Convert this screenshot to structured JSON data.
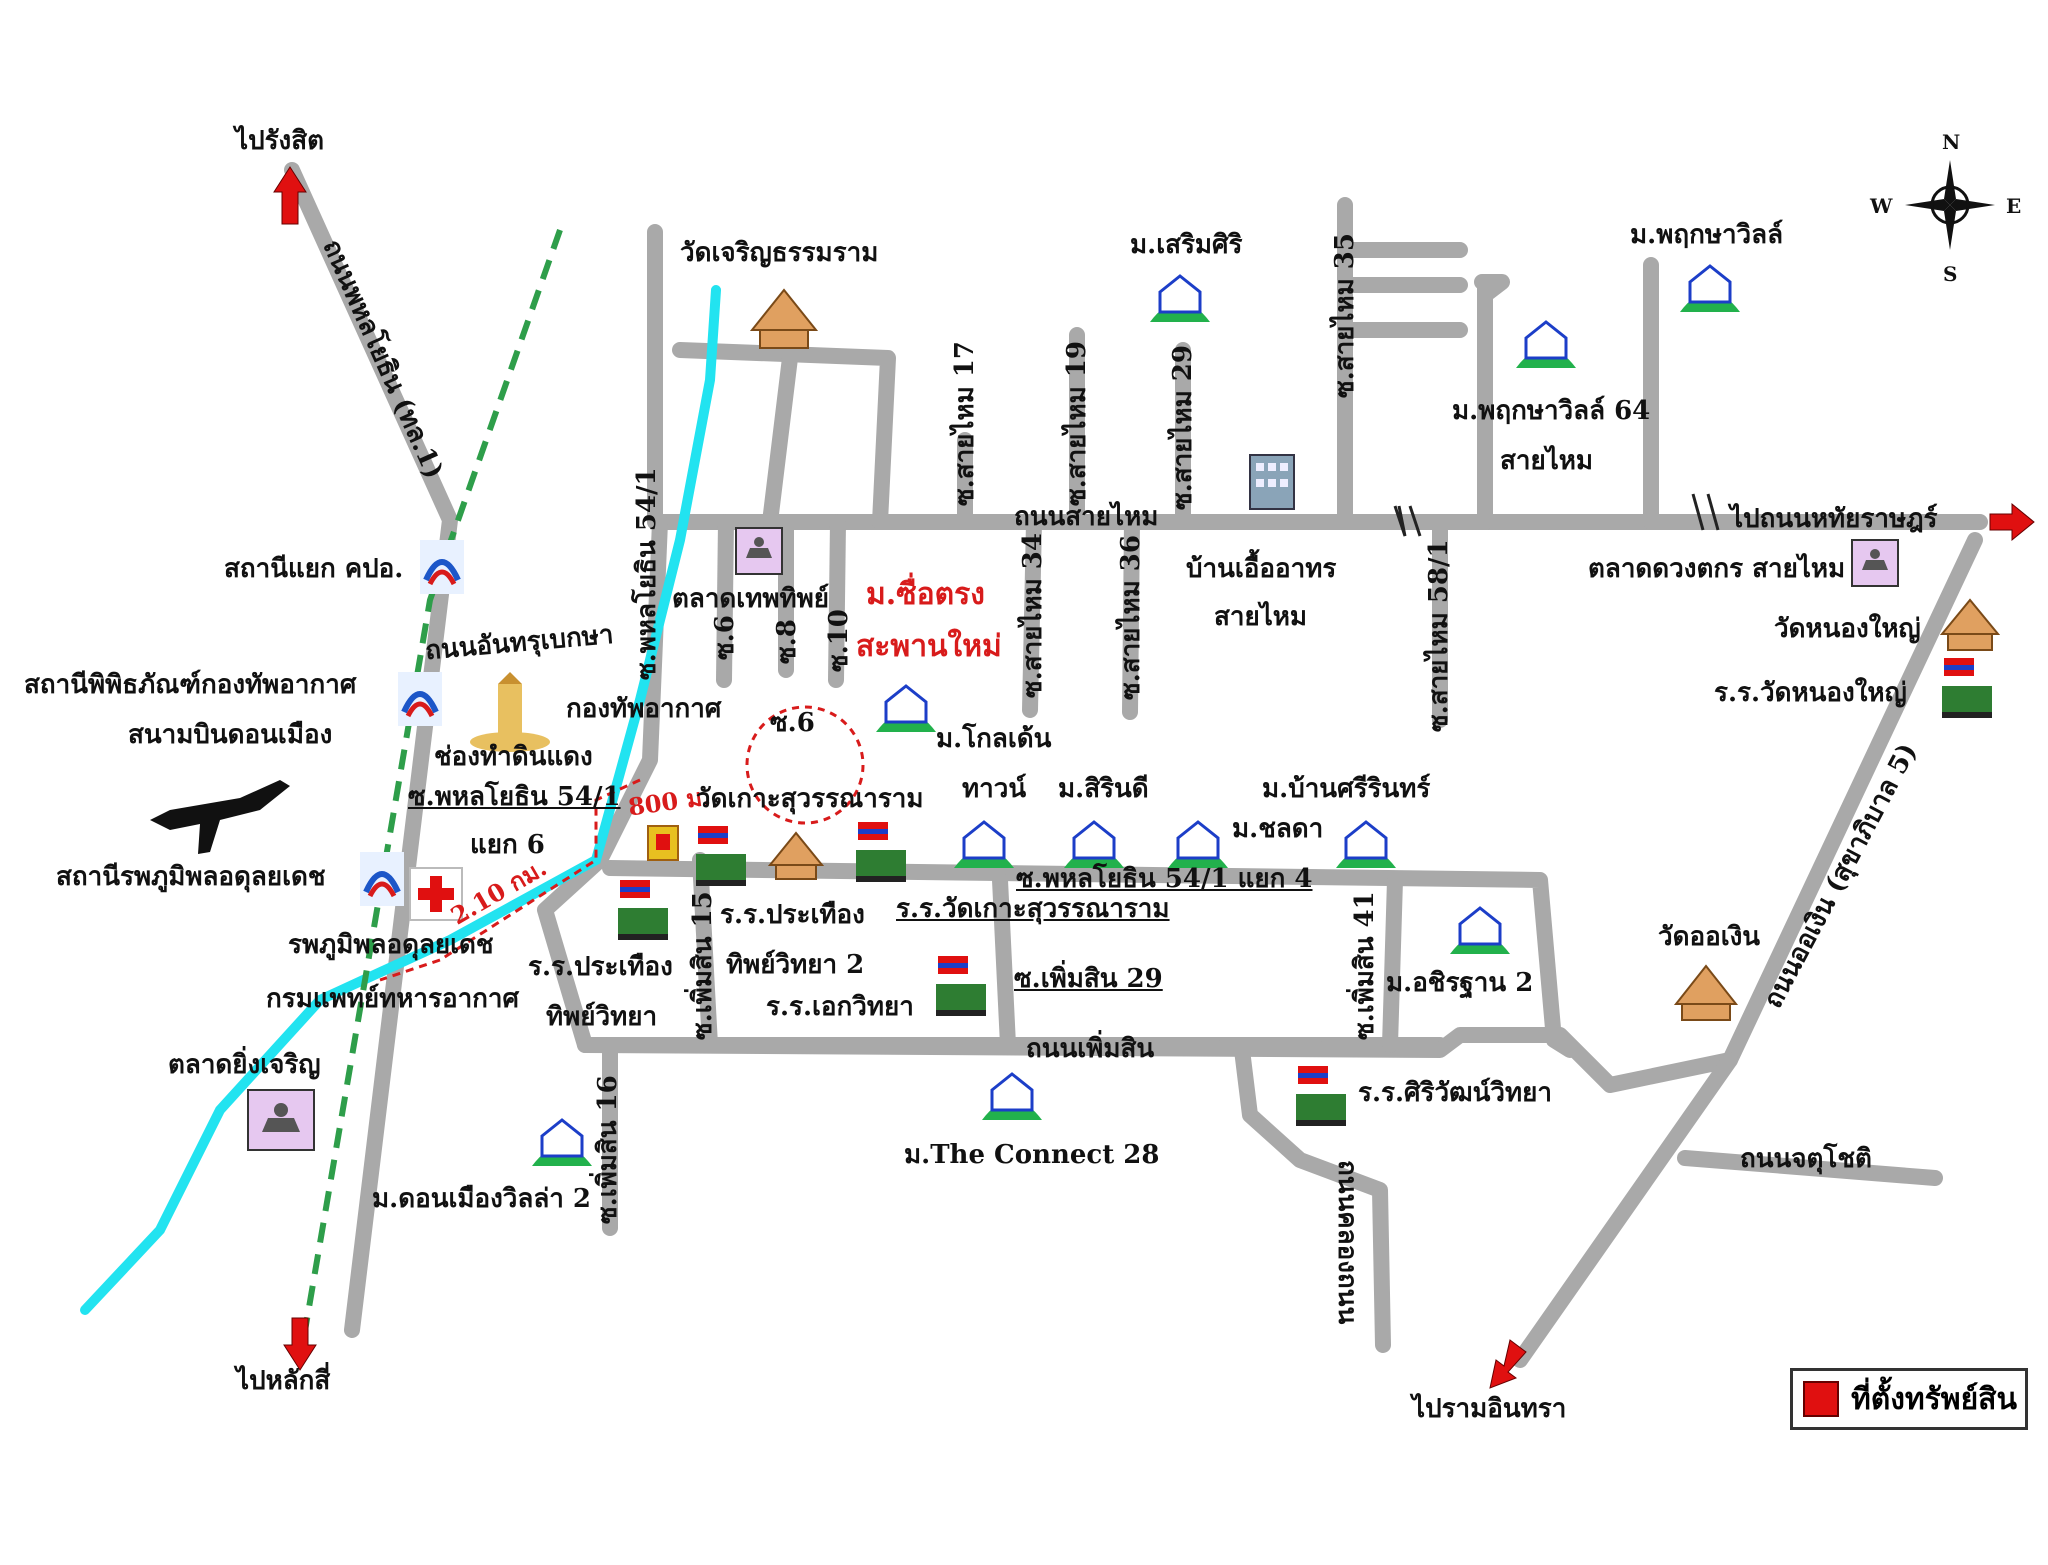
{
  "labels": {
    "to_rangsit": "ไปรังสิต",
    "to_laksi": "ไปหลักสี่",
    "to_ram_inthra": "ไปรามอินทรา",
    "to_hathairat": "ไปถนนหทัยราษฎร์",
    "phahon_yothin_road": "ถนนพหลโยธิน (ทล.1)",
    "station_kp": "สถานีแยก คปอ.",
    "station_museum_1": "สถานีพิพิธภัณฑ์กองทัพอากาศ",
    "station_museum_2": "สนามบินดอนเมือง",
    "station_bhumibol": "สถานีรพภูมิพลอดุลยเดช",
    "hospital_1": "รพภูมิพลอดุลยเดช",
    "hospital_2": "กรมแพทย์ทหารอากาศ",
    "talad_ying_charoen": "ตลาดยิ่งเจริญ",
    "wat_charoen": "วัดเจริญธรรมราม",
    "talad_thep": "ตลาดเทพทิพย์",
    "anusorn_road": "ถนนอันทรุเบกษา",
    "air_force": "กองทัพอากาศ",
    "chong_din_daeng": "ช่องทำดินแดง",
    "phahon_541": "ซ.พหลโยธิน 54/1",
    "yaek6": "แยก 6",
    "phahon_54_1_vert": "ซ.พหลโยธิน 54/1",
    "soi6_a": "ซ.6",
    "soi8": "ซ.8",
    "soi10": "ซ.10",
    "soi6_b": "ซ.6",
    "distance_800": "800 ม.",
    "distance_210": "2.10 กม.",
    "wat_ko": "วัดเกาะสุวรรณาราม",
    "school_prathueang_1": "ร.ร.ประเทือง",
    "school_prathueang_2": "ทิพย์วิทยา 2",
    "school_prathueang_b1": "ร.ร.ประเทือง",
    "school_prathueang_b2": "ทิพย์วิทยา",
    "school_wat_ko": "ร.ร.วัดเกาะสุวรรณาราม",
    "school_ek": "ร.ร.เอกวิทยา",
    "soi_phermsin_29": "ซ.เพิ่มสิน 29",
    "soi_phermsin_16": "ซ.เพิ่มสิน 16",
    "soi_phermsin_15": "ซ.เพิ่มสิน 15",
    "soi_phermsin_41": "ซ.เพิ่มสิน 41",
    "phermsin_road": "ถนนเพิ่มสิน",
    "m_don_mueang": "ม.ดอนเมืองวิลล่า 2",
    "m_connect": "ม.The Connect 28",
    "m_suetrong_1": "ม.ซื่อตรง",
    "m_suetrong_2": "สะพานใหม่",
    "m_golden": "ม.โกลเด้น",
    "town": "ทาวน์",
    "m_sirin": "ม.สิรินดี",
    "m_ban_siri": "ม.บ้านศรีรินทร์",
    "m_chalada": "ม.ชลดา",
    "soi_phahon_54_1_4": "ซ.พหลโยธิน 54/1 แยก 4",
    "m_atchara": "ม.อชิรฐาน 2",
    "school_siri": "ร.ร.ศิริวัฒน์วิทยา",
    "wat_o_ngoen": "วัดออเงิน",
    "o_ngoen_road": "ถนนออเงิน (สุขาภิบาล 5)",
    "chatuchot_road": "ถนนจตุโชติ",
    "m_soem_siri": "ม.เสริมศิริ",
    "m_phruksa": "ม.พฤกษาวิลล์",
    "m_phruksa64_1": "ม.พฤกษาวิลล์ 64",
    "m_phruksa64_2": "สายไหม",
    "sai_mai_road": "ถนนสายไหม",
    "sai_mai_17": "ซ.สายไหม 17",
    "sai_mai_19": "ซ.สายไหม 19",
    "sai_mai_29": "ซ.สายไหม 29",
    "sai_mai_35": "ซ.สายไหม 35",
    "sai_mai_34": "ซ.สายไหม 34",
    "sai_mai_36": "ซ.สายไหม 36",
    "sai_mai_58": "ซ.สายไหม 58/1",
    "baan_uea_1": "บ้านเอื้ออาทร",
    "baan_uea_2": "สายไหม",
    "talad_duang": "ตลาดดวงตกร สายไหม",
    "wat_nong_yai": "วัดหนองใหญ่",
    "school_nong_yai": "ร.ร.วัดหนองใหญ่",
    "kanchanaphisek": "ถนนคลองถนน",
    "compass_n": "N",
    "compass_s": "S",
    "compass_e": "E",
    "compass_w": "W"
  },
  "legend": {
    "label": "ที่ตั้งทรัพย์สิน",
    "color": "#e01010"
  },
  "colors": {
    "road": "#a9a9a9",
    "canal": "#22e3f0",
    "rail": "#2e9e4a",
    "arrow": "#e01010"
  }
}
